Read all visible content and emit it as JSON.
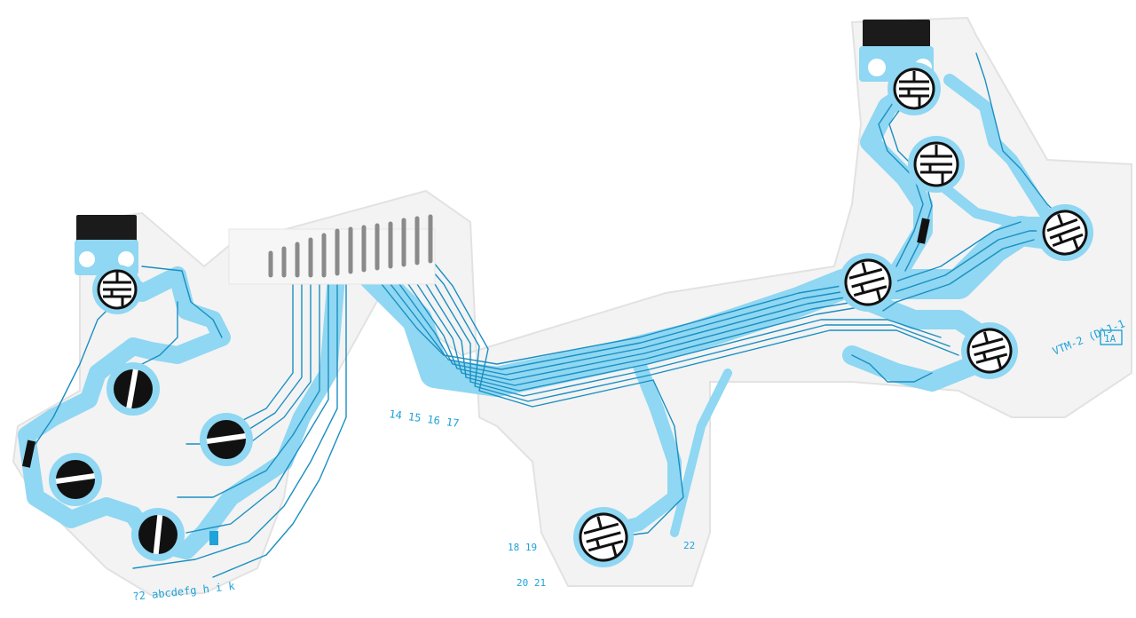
{
  "colors": {
    "background": "#ffffff",
    "film": "#f3f3f3",
    "film_edge": "#e2e2e2",
    "trace_fill": "#8fd7f2",
    "trace_line": "#1a8fc2",
    "contact": "#111111",
    "connector": "#1b1b1b",
    "pin": "#8a8a8a",
    "label": "#1fa3d8"
  },
  "labels": {
    "left_marks": "?2 abcdefg h i k",
    "pin_numbers_mid": "14 15 16 17",
    "pad_numbers_top": "18 19",
    "pad_numbers_bottom": "20 21",
    "pad_number_right": "22",
    "part_code": "VTM-2 (D)J-1",
    "rev_box": "1A"
  }
}
